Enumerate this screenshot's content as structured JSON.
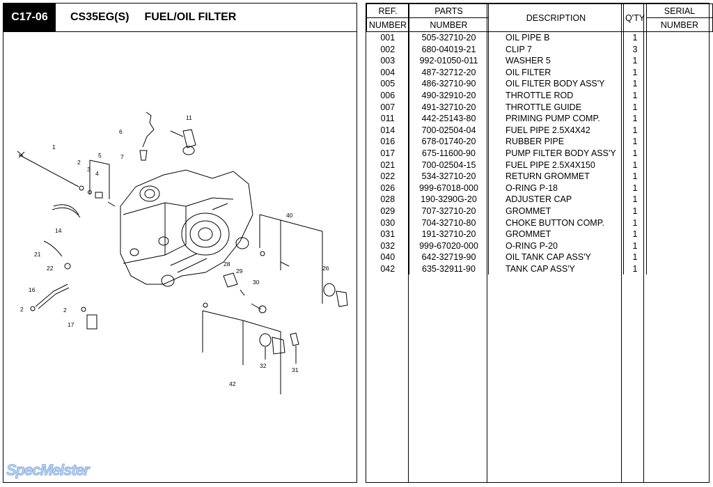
{
  "header": {
    "code": "C17-06",
    "model": "CS35EG(S)",
    "title": "FUEL/OIL FILTER"
  },
  "table": {
    "columns": [
      {
        "line1": "REF.",
        "line2": "NUMBER"
      },
      {
        "line1": "PARTS",
        "line2": "NUMBER"
      },
      {
        "line1": "DESCRIPTION",
        "line2": ""
      },
      {
        "line1": "Q'TY",
        "line2": ""
      },
      {
        "line1": "SERIAL",
        "line2": "NUMBER"
      }
    ],
    "rows": [
      {
        "ref": "001",
        "part": "505-32710-20",
        "desc": "OIL PIPE B",
        "qty": "1"
      },
      {
        "ref": "002",
        "part": "680-04019-21",
        "desc": "CLIP 7",
        "qty": "3"
      },
      {
        "ref": "003",
        "part": "992-01050-011",
        "desc": "WASHER 5",
        "qty": "1"
      },
      {
        "ref": "004",
        "part": "487-32712-20",
        "desc": "OIL FILTER",
        "qty": "1"
      },
      {
        "ref": "005",
        "part": "486-32710-90",
        "desc": "OIL FILTER BODY ASS'Y",
        "qty": "1"
      },
      {
        "ref": "006",
        "part": "490-32910-20",
        "desc": "THROTTLE ROD",
        "qty": "1"
      },
      {
        "ref": "007",
        "part": "491-32710-20",
        "desc": "THROTTLE GUIDE",
        "qty": "1"
      },
      {
        "ref": "011",
        "part": "442-25143-80",
        "desc": "PRIMING PUMP COMP.",
        "qty": "1"
      },
      {
        "ref": "014",
        "part": "700-02504-04",
        "desc": "FUEL PIPE 2.5X4X42",
        "qty": "1"
      },
      {
        "ref": "016",
        "part": "678-01740-20",
        "desc": "RUBBER PIPE",
        "qty": "1"
      },
      {
        "ref": "017",
        "part": "675-11600-90",
        "desc": "PUMP FILTER BODY ASS'Y",
        "qty": "1"
      },
      {
        "ref": "021",
        "part": "700-02504-15",
        "desc": "FUEL PIPE 2.5X4X150",
        "qty": "1"
      },
      {
        "ref": "022",
        "part": "534-32710-20",
        "desc": "RETURN GROMMET",
        "qty": "1"
      },
      {
        "ref": "026",
        "part": "999-67018-000",
        "desc": "O-RING P-18",
        "qty": "1"
      },
      {
        "ref": "028",
        "part": "190-3290G-20",
        "desc": "ADJUSTER CAP",
        "qty": "1"
      },
      {
        "ref": "029",
        "part": "707-32710-20",
        "desc": "GROMMET",
        "qty": "1"
      },
      {
        "ref": "030",
        "part": "704-32710-80",
        "desc": "CHOKE BUTTON COMP.",
        "qty": "1"
      },
      {
        "ref": "031",
        "part": "191-32710-20",
        "desc": "GROMMET",
        "qty": "1"
      },
      {
        "ref": "032",
        "part": "999-67020-000",
        "desc": "O-RING P-20",
        "qty": "1"
      },
      {
        "ref": "040",
        "part": "642-32719-90",
        "desc": "OIL TANK CAP ASS'Y",
        "qty": "1"
      },
      {
        "ref": "042",
        "part": "635-32911-90",
        "desc": "TANK CAP ASS'Y",
        "qty": "1"
      }
    ]
  },
  "diagram": {
    "labels": [
      "1",
      "2",
      "3",
      "4",
      "5",
      "6",
      "7",
      "11",
      "14",
      "16",
      "17",
      "21",
      "22",
      "2",
      "2",
      "26",
      "28",
      "29",
      "30",
      "31",
      "32",
      "40",
      "42"
    ]
  },
  "watermark": "SpecMeister"
}
